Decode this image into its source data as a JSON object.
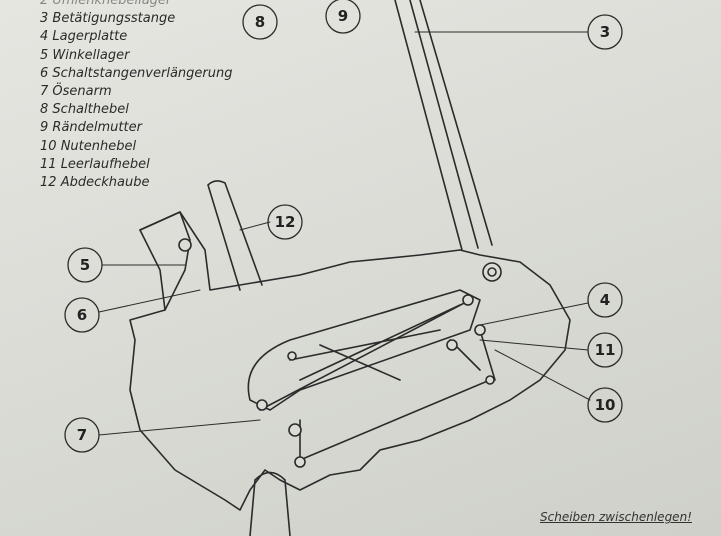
{
  "legend": [
    {
      "num": "2",
      "label": "Umlenkhebellager"
    },
    {
      "num": "3",
      "label": "Betätigungsstange"
    },
    {
      "num": "4",
      "label": "Lagerplatte"
    },
    {
      "num": "5",
      "label": "Winkellager"
    },
    {
      "num": "6",
      "label": "Schaltstangenverlängerung"
    },
    {
      "num": "7",
      "label": "Ösenarm"
    },
    {
      "num": "8",
      "label": "Schalthebel"
    },
    {
      "num": "9",
      "label": "Rändelmutter"
    },
    {
      "num": "10",
      "label": "Nutenhebel"
    },
    {
      "num": "11",
      "label": "Leerlaufhebel"
    },
    {
      "num": "12",
      "label": "Abdeckhaube"
    }
  ],
  "callouts": {
    "c8": "8",
    "c9": "9",
    "c3": "3",
    "c12": "12",
    "c5": "5",
    "c6": "6",
    "c4": "4",
    "c11": "11",
    "c10": "10",
    "c7": "7"
  },
  "note": "Scheiben zwischenlegen!"
}
